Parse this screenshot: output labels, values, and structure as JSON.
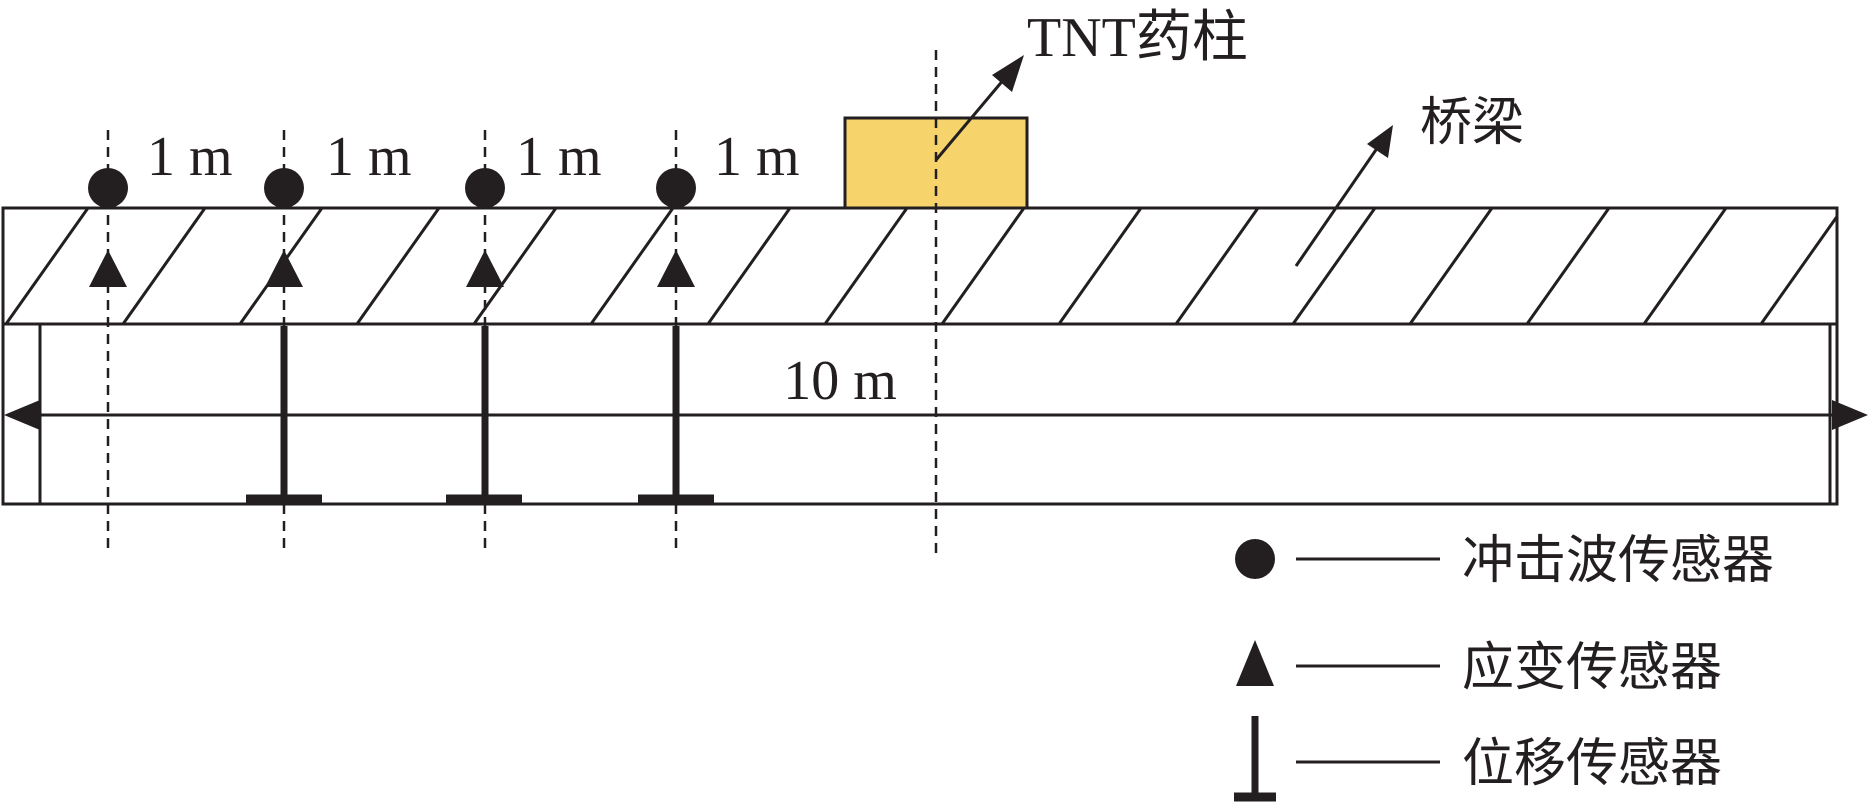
{
  "labels": {
    "tnt": "TNT药柱",
    "bridge": "桥梁",
    "span_total": "10 m",
    "spacings": [
      "1 m",
      "1 m",
      "1 m",
      "1 m"
    ]
  },
  "legend": [
    {
      "symbol": "circle",
      "label": "冲击波传感器"
    },
    {
      "symbol": "triangle",
      "label": "应变传感器"
    },
    {
      "symbol": "t-bar",
      "label": "位移传感器"
    }
  ],
  "colors": {
    "line": "#231f20",
    "tnt_fill": "#f7d36b"
  }
}
